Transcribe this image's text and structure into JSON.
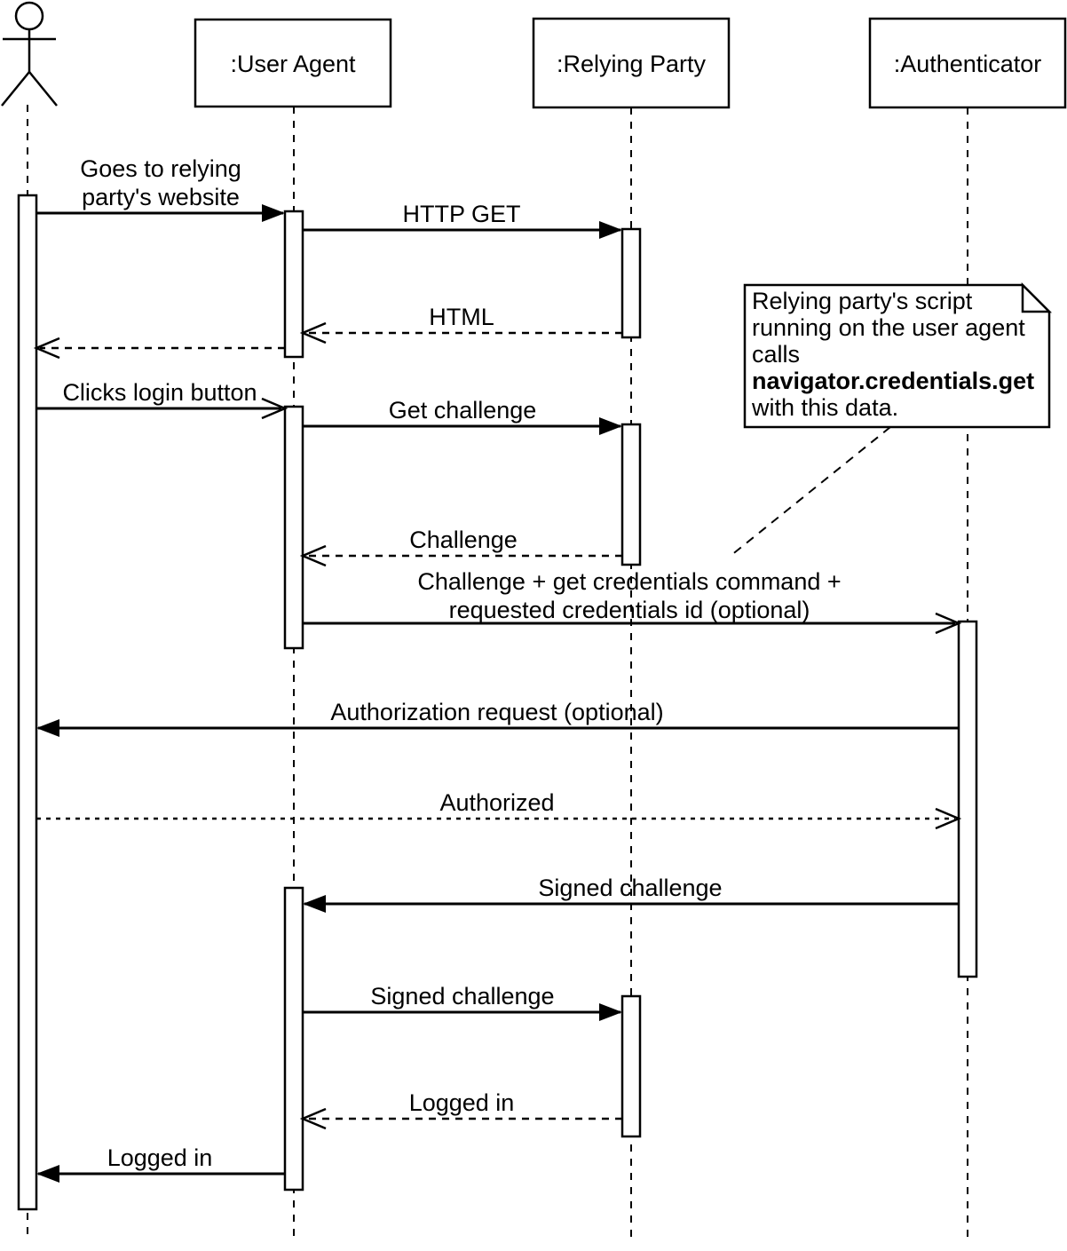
{
  "diagram": {
    "type": "uml-sequence",
    "background_color": "#ffffff",
    "stroke_color": "#000000"
  },
  "participants": [
    {
      "id": "user",
      "kind": "actor",
      "label": ""
    },
    {
      "id": "user_agent",
      "kind": "object",
      "label": ":User Agent"
    },
    {
      "id": "relying_party",
      "kind": "object",
      "label": ":Relying Party"
    },
    {
      "id": "authenticator",
      "kind": "object",
      "label": ":Authenticator"
    }
  ],
  "messages": [
    {
      "from": "user",
      "to": "user_agent",
      "style": "solid",
      "arrowhead": "filled",
      "label": "Goes to relying party's website",
      "label_lines": [
        "Goes to relying",
        "party's website"
      ]
    },
    {
      "from": "user_agent",
      "to": "relying_party",
      "style": "solid",
      "arrowhead": "filled",
      "label": "HTTP GET",
      "label_lines": [
        "HTTP GET"
      ]
    },
    {
      "from": "relying_party",
      "to": "user_agent",
      "style": "dashed",
      "arrowhead": "open",
      "label": "HTML",
      "label_lines": [
        "HTML"
      ]
    },
    {
      "from": "user_agent",
      "to": "user",
      "style": "dashed",
      "arrowhead": "open",
      "label": "",
      "label_lines": []
    },
    {
      "from": "user",
      "to": "user_agent",
      "style": "solid",
      "arrowhead": "open",
      "label": "Clicks login button",
      "label_lines": [
        "Clicks login button"
      ]
    },
    {
      "from": "user_agent",
      "to": "relying_party",
      "style": "solid",
      "arrowhead": "filled",
      "label": "Get challenge",
      "label_lines": [
        "Get challenge"
      ]
    },
    {
      "from": "relying_party",
      "to": "user_agent",
      "style": "dashed",
      "arrowhead": "open",
      "label": "Challenge",
      "label_lines": [
        "Challenge"
      ]
    },
    {
      "from": "user_agent",
      "to": "authenticator",
      "style": "solid",
      "arrowhead": "open",
      "label": "Challenge + get credentials command + requested credentials id (optional)",
      "label_lines": [
        "Challenge + get credentials command +",
        "requested credentials id (optional)"
      ]
    },
    {
      "from": "authenticator",
      "to": "user",
      "style": "solid",
      "arrowhead": "filled",
      "label": "Authorization request (optional)",
      "label_lines": [
        "Authorization request (optional)"
      ]
    },
    {
      "from": "user",
      "to": "authenticator",
      "style": "dashed",
      "arrowhead": "open",
      "label": "Authorized",
      "label_lines": [
        "Authorized"
      ]
    },
    {
      "from": "authenticator",
      "to": "user_agent",
      "style": "solid",
      "arrowhead": "filled",
      "label": "Signed challenge",
      "label_lines": [
        "Signed challenge"
      ]
    },
    {
      "from": "user_agent",
      "to": "relying_party",
      "style": "solid",
      "arrowhead": "filled",
      "label": "Signed challenge",
      "label_lines": [
        "Signed challenge"
      ]
    },
    {
      "from": "relying_party",
      "to": "user_agent",
      "style": "dashed",
      "arrowhead": "open",
      "label": "Logged in",
      "label_lines": [
        "Logged in"
      ]
    },
    {
      "from": "user_agent",
      "to": "user",
      "style": "solid",
      "arrowhead": "filled",
      "label": "Logged in",
      "label_lines": [
        "Logged in"
      ]
    }
  ],
  "note": {
    "full_text": "Relying party's script running on the user agent calls navigator.credentials.get with this data.",
    "lines": [
      "Relying party's script",
      "running on the user agent",
      "calls",
      "navigator.credentials.get",
      "with this data."
    ],
    "bold_line_index": 3
  }
}
